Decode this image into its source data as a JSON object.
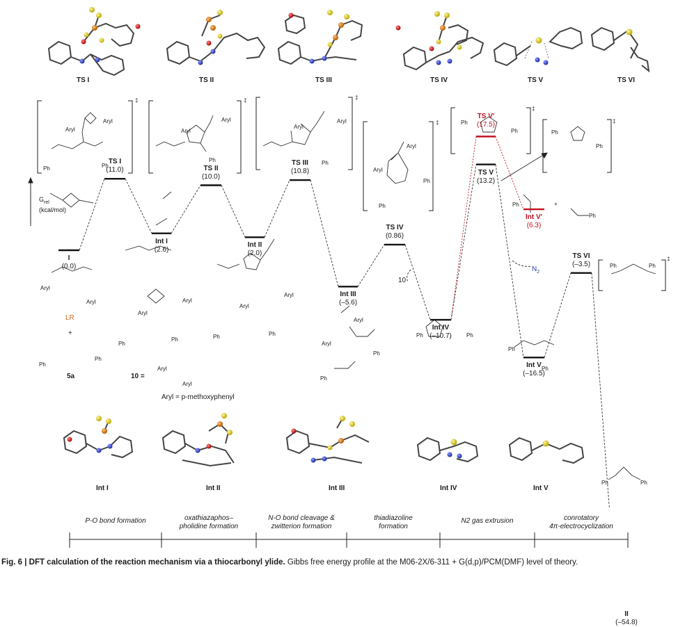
{
  "axis": {
    "label_line1": "G",
    "label_sub": "rel",
    "label_line2": "(kcal/mol)"
  },
  "top_structures": [
    "TS I",
    "TS II",
    "TS III",
    "TS IV",
    "TS V",
    "TS VI"
  ],
  "bottom_structures": [
    "Int I",
    "Int II",
    "Int III",
    "Int IV",
    "Int V"
  ],
  "levels": [
    {
      "id": "I",
      "label": "I",
      "value": "(0.0)"
    },
    {
      "id": "TSI",
      "label": "TS I",
      "value": "(11.0)"
    },
    {
      "id": "IntI",
      "label": "Int I",
      "value": "(2.6)"
    },
    {
      "id": "TSII",
      "label": "TS II",
      "value": "(10.0)"
    },
    {
      "id": "IntII",
      "label": "Int II",
      "value": "(2.0)"
    },
    {
      "id": "TSIII",
      "label": "TS III",
      "value": "(10.8)"
    },
    {
      "id": "IntIII",
      "label": "Int III",
      "value": "(–5.6)"
    },
    {
      "id": "TSIV",
      "label": "TS IV",
      "value": "(0.86)"
    },
    {
      "id": "IntIV",
      "label": "Int IV",
      "value": "(–10.7)"
    },
    {
      "id": "TSVp",
      "label": "TS V'",
      "value": "(17.5)"
    },
    {
      "id": "TSV",
      "label": "TS V",
      "value": "(13.2)"
    },
    {
      "id": "IntVp",
      "label": "Int V'",
      "value": "(6.3)"
    },
    {
      "id": "IntV",
      "label": "Int V",
      "value": "(–16.5)"
    },
    {
      "id": "TSVI",
      "label": "TS VI",
      "value": "(–3.5)"
    },
    {
      "id": "II",
      "label": "II",
      "value": "(–54.8)"
    }
  ],
  "annotations": {
    "ten": "10",
    "n2": "N",
    "n2_sub": "2",
    "lr": "LR",
    "plus": "+",
    "compound_5a": "5a",
    "ten_eq": "10 =",
    "aryl_def": "Aryl = p-methoxyphenyl",
    "aryl": "Aryl",
    "ph": "Ph",
    "dagger": "‡"
  },
  "phases": [
    {
      "line1": "P-O bond formation",
      "line2": ""
    },
    {
      "line1": "oxathiazaphos–",
      "line2": "pholidine formation"
    },
    {
      "line1": "N-O bond cleavage &",
      "line2": "zwitterion formation"
    },
    {
      "line1": "thiadiazoline",
      "line2": "formation"
    },
    {
      "line1": "N2 gas extrusion",
      "line2": ""
    },
    {
      "line1": "conrotatory",
      "line2": "4π-electrocyclization"
    }
  ],
  "caption": {
    "fig": "Fig. 6 | DFT calculation of the reaction mechanism via a thiocarbonyl ylide.",
    "rest": " Gibbs free energy profile at the M06-2X/6-311 + G(d,p)/PCM(DMF) level of theory."
  },
  "colors": {
    "accent_red": "#c0111f",
    "sulfur": "#e5d51a",
    "phosphorus": "#e08a1a",
    "nitrogen": "#3040b0",
    "oxygen": "#c0111f"
  }
}
